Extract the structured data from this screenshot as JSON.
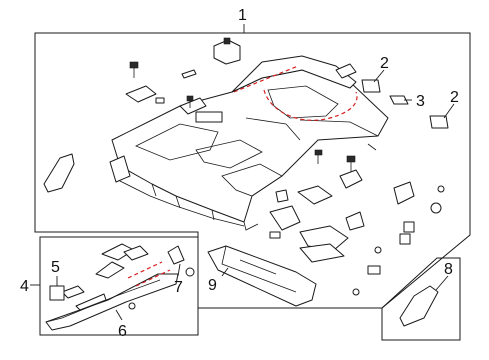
{
  "diagram": {
    "callouts": [
      {
        "id": "c1",
        "label": "1"
      },
      {
        "id": "c2a",
        "label": "2"
      },
      {
        "id": "c2b",
        "label": "2"
      },
      {
        "id": "c3",
        "label": "3"
      },
      {
        "id": "c4",
        "label": "4"
      },
      {
        "id": "c5",
        "label": "5"
      },
      {
        "id": "c6",
        "label": "6"
      },
      {
        "id": "c7",
        "label": "7"
      },
      {
        "id": "c8",
        "label": "8"
      },
      {
        "id": "c9",
        "label": "9"
      }
    ],
    "colors": {
      "line": "#1a1a1a",
      "cut_line": "#d62020",
      "background": "#ffffff"
    }
  }
}
